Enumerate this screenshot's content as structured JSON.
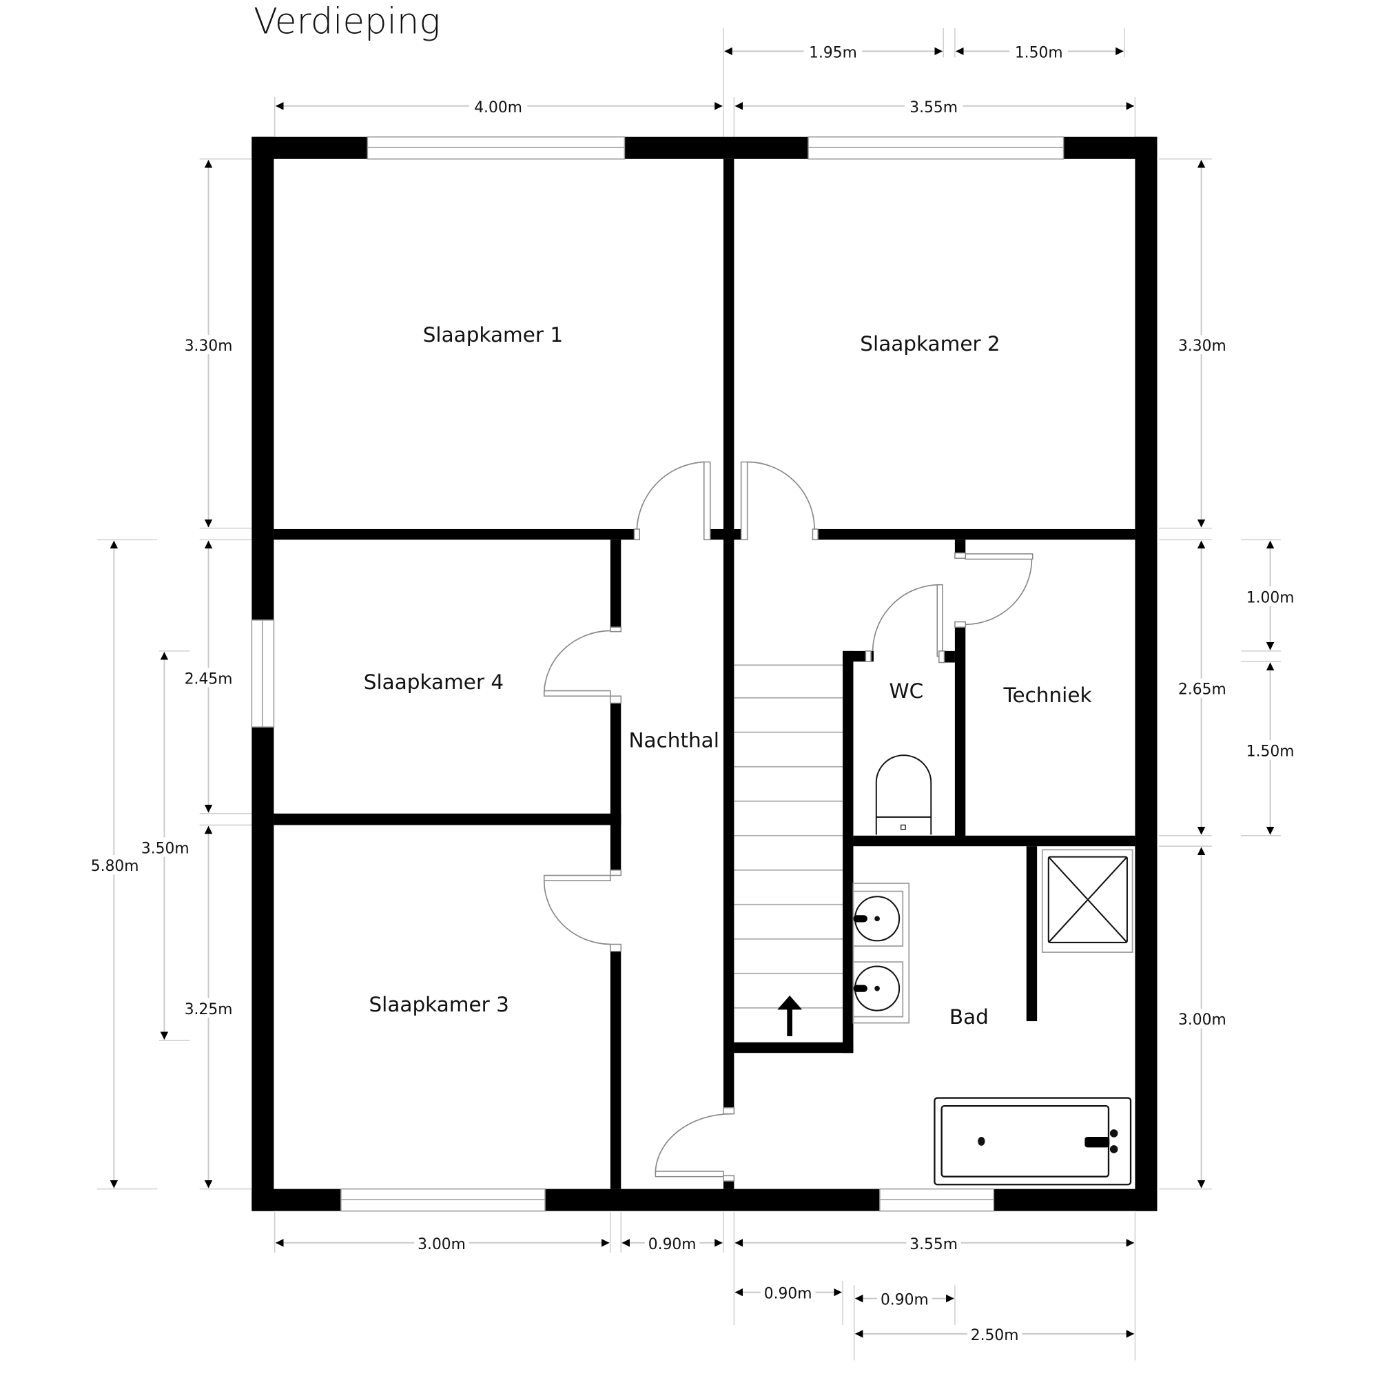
{
  "page": {
    "title": "Verdieping"
  },
  "rooms": {
    "slaapkamer1": "Slaapkamer 1",
    "slaapkamer2": "Slaapkamer 2",
    "slaapkamer3": "Slaapkamer 3",
    "slaapkamer4": "Slaapkamer 4",
    "nachthal": "Nachthal",
    "wc": "WC",
    "techniek": "Techniek",
    "bad": "Bad"
  },
  "dimensions": {
    "top": {
      "outer_left": "1.95m",
      "outer_right": "1.50m",
      "inner_left": "4.00m",
      "inner_right": "3.55m"
    },
    "left": {
      "slaapkamer1_height": "3.30m",
      "slaapkamer4_height": "2.45m",
      "slaapkamer3_height": "3.25m",
      "window_offset": "3.50m",
      "total": "5.80m"
    },
    "right": {
      "slaapkamer2_height": "3.30m",
      "middle_height": "2.65m",
      "bad_height": "3.00m",
      "upper_small": "1.00m",
      "lower_small": "1.50m"
    },
    "bottom": {
      "slaapkamer3_width": "3.00m",
      "nachthal_width": "0.90m",
      "bad_width": "3.55m",
      "stair_width": "0.90m",
      "wc_width": "0.90m",
      "techniek_bad_width": "2.50m"
    }
  },
  "symbols": {
    "stair_direction": "arrow-up-icon",
    "shower": "shower-tray-icon",
    "sinks": "double-sink-icon",
    "bathtub": "bathtub-icon",
    "toilet": "toilet-icon"
  },
  "colors": {
    "wall": "#000000",
    "dimension_line": "#c8c8c8",
    "background": "#ffffff"
  }
}
